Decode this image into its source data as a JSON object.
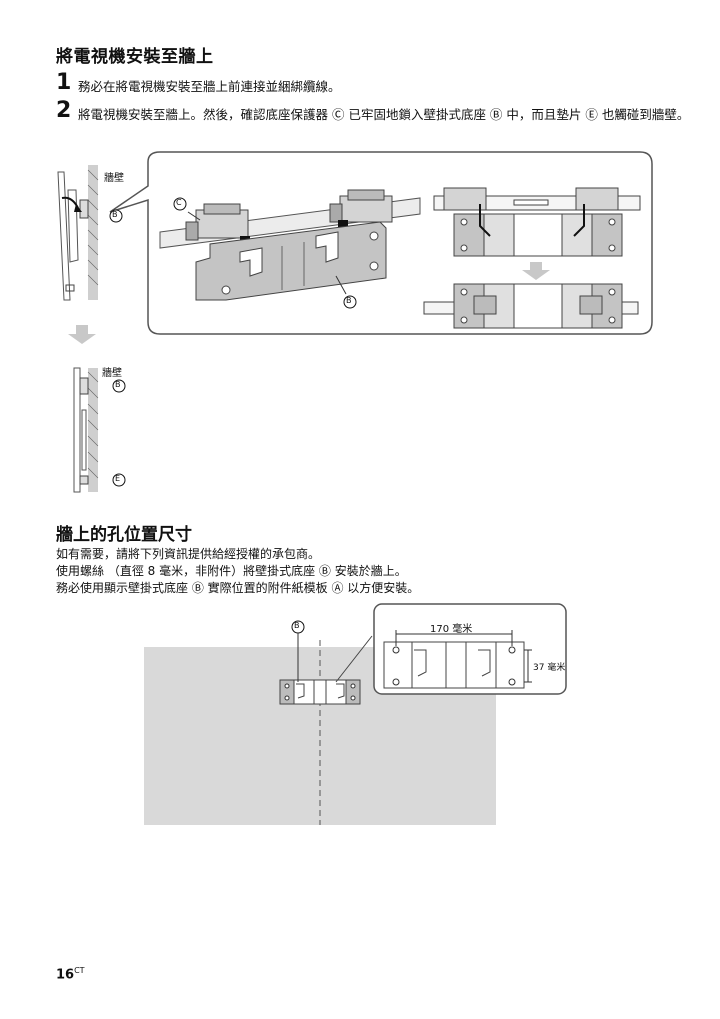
{
  "heading_main": "將電視機安裝至牆上",
  "steps": [
    {
      "num": "1",
      "text": "務必在將電視機安裝至牆上前連接並綑綁纜線。"
    },
    {
      "num": "2",
      "text": "將電視機安裝至牆上。然後，確認底座保護器 Ⓒ 已牢固地鎖入壁掛式底座 Ⓑ 中，而且墊片 Ⓔ 也觸碰到牆壁。"
    }
  ],
  "figure1": {
    "wall_label_top": "牆壁",
    "wall_label_bottom": "牆壁",
    "marker_b": "B",
    "marker_c": "C",
    "marker_e": "E"
  },
  "heading_holes": "牆上的孔位置尺寸",
  "paragraphs": [
    "如有需要，請將下列資訊提供給經授權的承包商。",
    "使用螺絲 （直徑 8 毫米，非附件）將壁掛式底座 Ⓑ 安裝於牆上。",
    "務必使用顯示壁掛式底座 Ⓑ 實際位置的附件紙模板 Ⓐ 以方便安裝。"
  ],
  "figure2": {
    "marker_b": "B",
    "dim_width": "170 毫米",
    "dim_height": "37 毫米"
  },
  "page": {
    "number": "16",
    "suffix": "CT"
  },
  "colors": {
    "wall": "#d9d9d9",
    "bracket": "#bcbcbc",
    "bracket_dark": "#8a8a8a",
    "arrow": "#c8c8c8"
  }
}
